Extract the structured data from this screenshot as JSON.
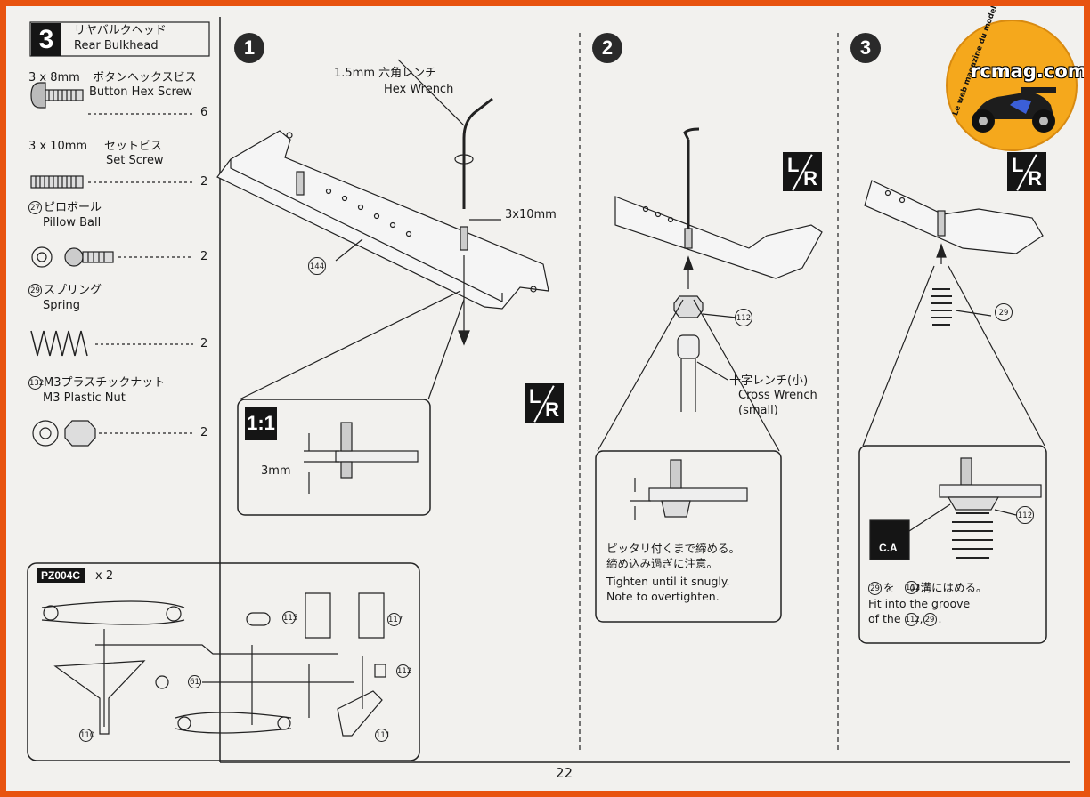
{
  "step": {
    "number": "3",
    "title_jp": "リヤバルクヘッド",
    "title_en": "Rear Bulkhead"
  },
  "parts": [
    {
      "size": "3 x 8mm",
      "name_jp": "ボタンヘックスビス",
      "name_en": "Button Hex Screw",
      "qty": "6"
    },
    {
      "size": "3 x 10mm",
      "name_jp": "セットビス",
      "name_en": "Set Screw",
      "qty": "2"
    },
    {
      "ref": "27",
      "name_jp": "ピロボール",
      "name_en": "Pillow Ball",
      "qty": "2"
    },
    {
      "ref": "29",
      "name_jp": "スプリング",
      "name_en": "Spring",
      "qty": "2"
    },
    {
      "ref": "132",
      "name_jp": "M3プラスチックナット",
      "name_en": "M3 Plastic Nut",
      "qty": "2"
    }
  ],
  "sprue": {
    "code": "PZ004C",
    "count": "x 2",
    "labels": [
      "115",
      "117",
      "112",
      "61",
      "110",
      "111"
    ]
  },
  "sub1": {
    "num": "1",
    "wrench_jp": "1.5mm 六角レンチ",
    "wrench_en": "Hex Wrench",
    "screw_label": "3x10mm",
    "part_ref": "144",
    "scale": "1:1",
    "dim": "3mm"
  },
  "sub2": {
    "num": "2",
    "part_ref": "112",
    "wrench_jp": "十字レンチ(小)",
    "wrench_en1": "Cross Wrench",
    "wrench_en2": "(small)",
    "note_jp1": "ピッタリ付くまで締める。",
    "note_jp2": "締め込み過ぎに注意。",
    "note_en1": "Tighten until it snugly.",
    "note_en2": "Note to overtighten."
  },
  "sub3": {
    "num": "3",
    "spring_ref": "29",
    "nut_ref": "112",
    "ca_label": "C.A",
    "note_jp": "を 　の溝にはめる。",
    "note_en1": "Fit into the groove",
    "note_en2": "of the"
  },
  "lr_badge": {
    "l": "L",
    "r": "R"
  },
  "page_number": "22",
  "logo": {
    "side_text": "Le web magazine du modelisme",
    "brand": "rcmag.com"
  },
  "colors": {
    "frame": "#e8530f",
    "paper": "#f2f1ee",
    "ink": "#1a1a1a",
    "logo": "#f5a81c"
  }
}
